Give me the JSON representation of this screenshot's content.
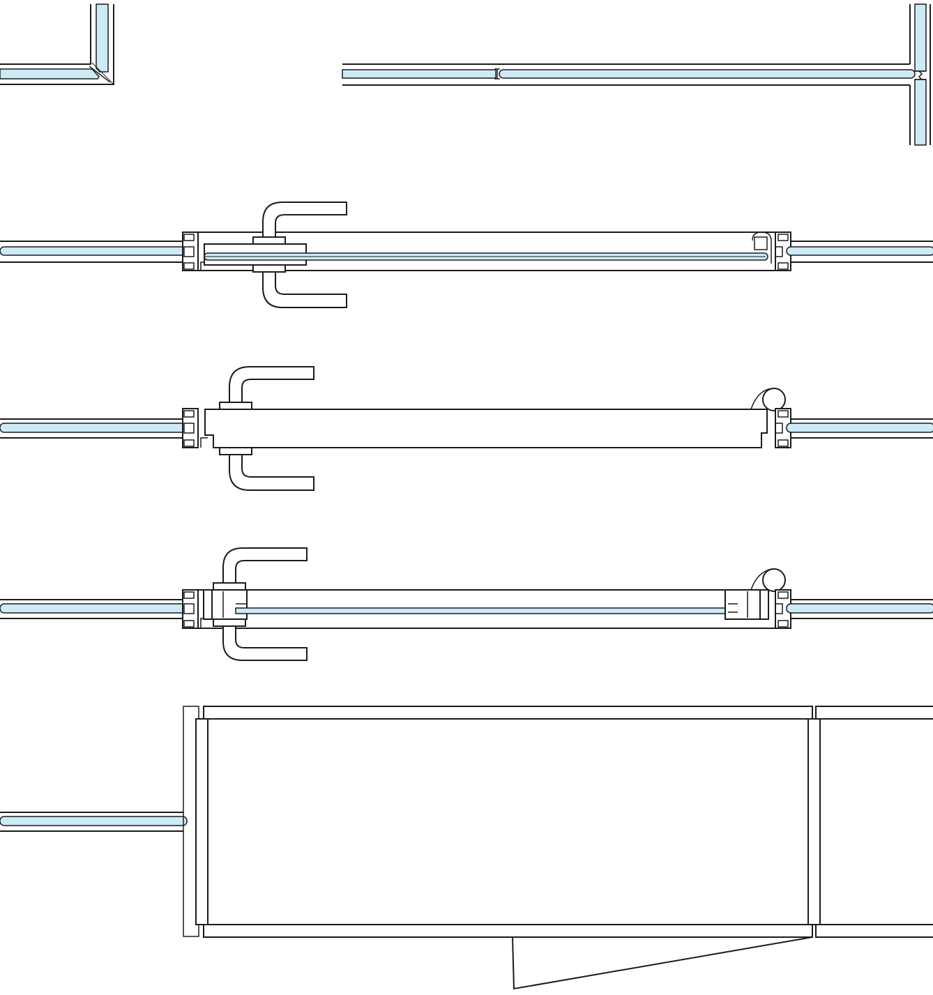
{
  "colors": {
    "glass_fill": "#cdeaf7",
    "line": "#1a1a1a",
    "background": "#ffffff"
  },
  "icons": [
    "door-handle-icon",
    "door-hinge-icon",
    "door-closer-icon"
  ],
  "details": [
    {
      "id": "corner-joint"
    },
    {
      "id": "tee-joint"
    },
    {
      "id": "frameless-glass-door"
    },
    {
      "id": "solid-door"
    },
    {
      "id": "framed-glass-door"
    },
    {
      "id": "door-plan"
    }
  ]
}
